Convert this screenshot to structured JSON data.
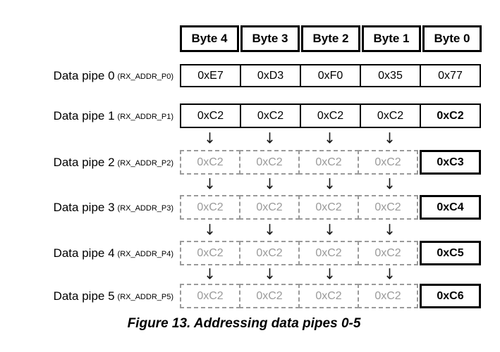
{
  "figure": {
    "caption": "Figure 13. Addressing data pipes 0-5",
    "arrow_glyph": "↓",
    "colors": {
      "border_black": "#000000",
      "dashed_gray": "#9a9a9a",
      "background": "#ffffff"
    },
    "header": {
      "cells": [
        "Byte 4",
        "Byte 3",
        "Byte 2",
        "Byte 1",
        "Byte 0"
      ]
    },
    "rows": [
      {
        "label": "Data pipe 0",
        "register": "(RX_ADDR_P0)",
        "cells": [
          "0xE7",
          "0xD3",
          "0xF0",
          "0x35",
          "0x77"
        ]
      },
      {
        "label": "Data pipe 1",
        "register": "(RX_ADDR_P1)",
        "cells": [
          "0xC2",
          "0xC2",
          "0xC2",
          "0xC2",
          "0xC2"
        ]
      },
      {
        "label": "Data pipe 2",
        "register": "(RX_ADDR_P2)",
        "cells": [
          "0xC2",
          "0xC2",
          "0xC2",
          "0xC2",
          "0xC3"
        ]
      },
      {
        "label": "Data pipe 3",
        "register": "(RX_ADDR_P3)",
        "cells": [
          "0xC2",
          "0xC2",
          "0xC2",
          "0xC2",
          "0xC4"
        ]
      },
      {
        "label": "Data pipe 4",
        "register": "(RX_ADDR_P4)",
        "cells": [
          "0xC2",
          "0xC2",
          "0xC2",
          "0xC2",
          "0xC5"
        ]
      },
      {
        "label": "Data pipe 5",
        "register": "(RX_ADDR_P5)",
        "cells": [
          "0xC2",
          "0xC2",
          "0xC2",
          "0xC2",
          "0xC6"
        ]
      }
    ]
  }
}
